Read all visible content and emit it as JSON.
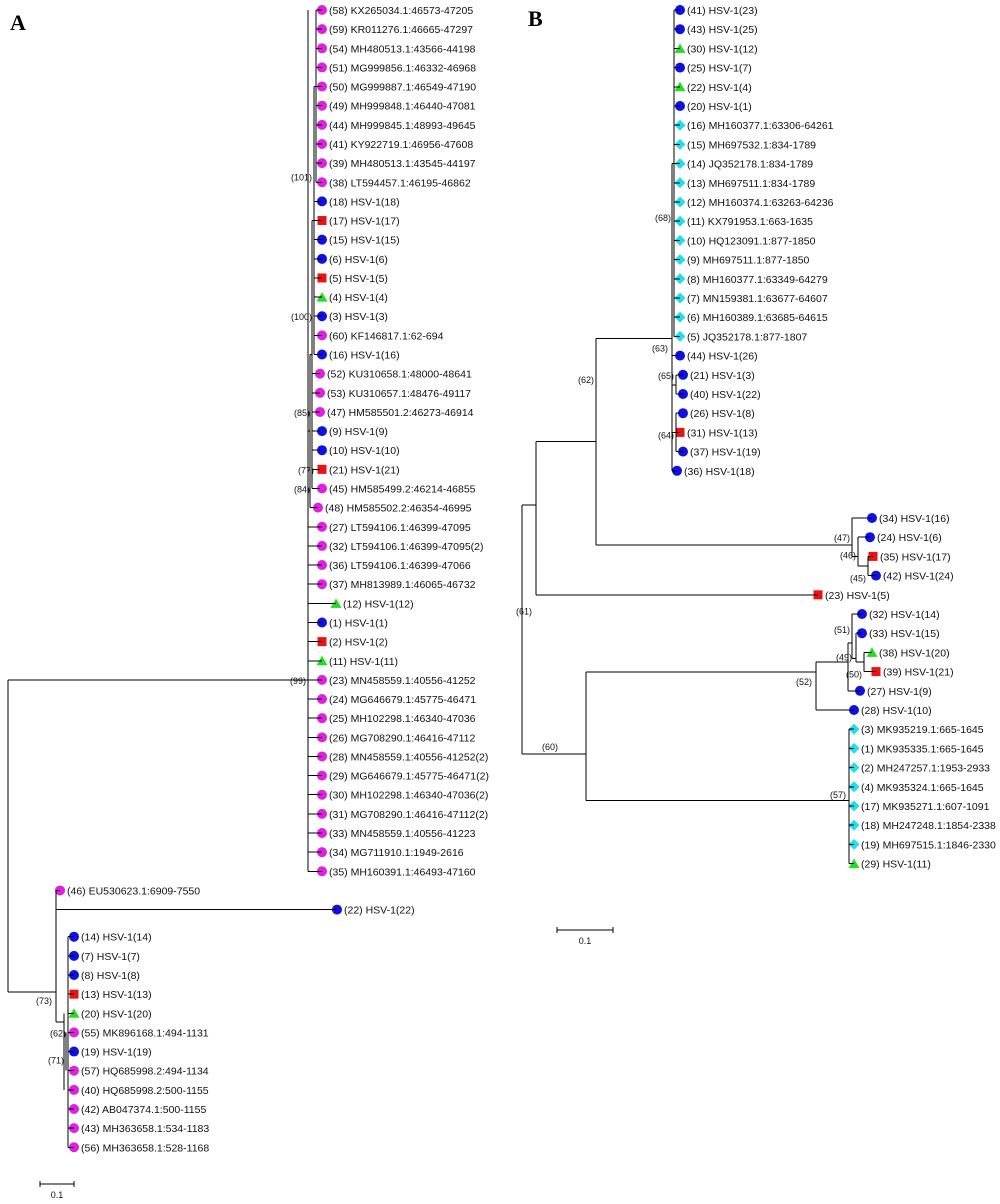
{
  "panels": [
    {
      "letter": "A",
      "scale_bar_label": "0.1",
      "taxa": [
        {
          "label": "(58) KX265034.1:46573-47205",
          "marker": "circle",
          "color": "#e020e0"
        },
        {
          "label": "(59) KR011276.1:46665-47297",
          "marker": "circle",
          "color": "#e020e0"
        },
        {
          "label": "(54) MH480513.1:43566-44198",
          "marker": "circle",
          "color": "#e020e0"
        },
        {
          "label": "(51) MG999856.1:46332-46968",
          "marker": "circle",
          "color": "#e020e0"
        },
        {
          "label": "(50) MG999887.1:46549-47190",
          "marker": "circle",
          "color": "#e020e0"
        },
        {
          "label": "(49) MH999848.1:46440-47081",
          "marker": "circle",
          "color": "#e020e0"
        },
        {
          "label": "(44) MH999845.1:48993-49645",
          "marker": "circle",
          "color": "#e020e0"
        },
        {
          "label": "(41) KY922719.1:46956-47608",
          "marker": "circle",
          "color": "#e020e0"
        },
        {
          "label": "(39) MH480513.1:43545-44197",
          "marker": "circle",
          "color": "#e020e0"
        },
        {
          "label": "(38) LT594457.1:46195-46862",
          "marker": "circle",
          "color": "#e020e0"
        },
        {
          "label": "(18) HSV-1(18)",
          "marker": "circle",
          "color": "#1010e0"
        },
        {
          "label": "(17) HSV-1(17)",
          "marker": "square",
          "color": "#ee1111"
        },
        {
          "label": "(15) HSV-1(15)",
          "marker": "circle",
          "color": "#1010e0"
        },
        {
          "label": "(6) HSV-1(6)",
          "marker": "circle",
          "color": "#1010e0"
        },
        {
          "label": "(5) HSV-1(5)",
          "marker": "square",
          "color": "#ee1111"
        },
        {
          "label": "(4) HSV-1(4)",
          "marker": "triangle",
          "color": "#22dd22"
        },
        {
          "label": "(3) HSV-1(3)",
          "marker": "circle",
          "color": "#1010e0"
        },
        {
          "label": "(60) KF146817.1:62-694",
          "marker": "circle",
          "color": "#e020e0"
        },
        {
          "label": "(16) HSV-1(16)",
          "marker": "circle",
          "color": "#1010e0"
        },
        {
          "label": "(52) KU310658.1:48000-48641",
          "marker": "circle",
          "color": "#e020e0"
        },
        {
          "label": "(53) KU310657.1:48476-49117",
          "marker": "circle",
          "color": "#e020e0"
        },
        {
          "label": "(47) HM585501.2:46273-46914",
          "marker": "circle",
          "color": "#e020e0"
        },
        {
          "label": "(9) HSV-1(9)",
          "marker": "circle",
          "color": "#1010e0"
        },
        {
          "label": "(10) HSV-1(10)",
          "marker": "circle",
          "color": "#1010e0"
        },
        {
          "label": "(21) HSV-1(21)",
          "marker": "square",
          "color": "#ee1111"
        },
        {
          "label": "(45) HM585499.2:46214-46855",
          "marker": "circle",
          "color": "#e020e0"
        },
        {
          "label": "(48) HM585502.2:46354-46995",
          "marker": "circle",
          "color": "#e020e0"
        },
        {
          "label": "(27) LT594106.1:46399-47095",
          "marker": "circle",
          "color": "#e020e0"
        },
        {
          "label": "(32) LT594106.1:46399-47095(2)",
          "marker": "circle",
          "color": "#e020e0"
        },
        {
          "label": "(36) LT594106.1:46399-47066",
          "marker": "circle",
          "color": "#e020e0"
        },
        {
          "label": "(37) MH813989.1:46065-46732",
          "marker": "circle",
          "color": "#e020e0"
        },
        {
          "label": "(12) HSV-1(12)",
          "marker": "triangle",
          "color": "#22dd22"
        },
        {
          "label": "(1) HSV-1(1)",
          "marker": "circle",
          "color": "#1010e0"
        },
        {
          "label": "(2) HSV-1(2)",
          "marker": "square",
          "color": "#ee1111"
        },
        {
          "label": "(11) HSV-1(11)",
          "marker": "triangle",
          "color": "#22dd22"
        },
        {
          "label": "(23) MN458559.1:40556-41252",
          "marker": "circle",
          "color": "#e020e0"
        },
        {
          "label": "(24) MG646679.1:45775-46471",
          "marker": "circle",
          "color": "#e020e0"
        },
        {
          "label": "(25) MH102298.1:46340-47036",
          "marker": "circle",
          "color": "#e020e0"
        },
        {
          "label": "(26) MG708290.1:46416-47112",
          "marker": "circle",
          "color": "#e020e0"
        },
        {
          "label": "(28) MN458559.1:40556-41252(2)",
          "marker": "circle",
          "color": "#e020e0"
        },
        {
          "label": "(29) MG646679.1:45775-46471(2)",
          "marker": "circle",
          "color": "#e020e0"
        },
        {
          "label": "(30) MH102298.1:46340-47036(2)",
          "marker": "circle",
          "color": "#e020e0"
        },
        {
          "label": "(31) MG708290.1:46416-47112(2)",
          "marker": "circle",
          "color": "#e020e0"
        },
        {
          "label": "(33) MN458559.1:40556-41223",
          "marker": "circle",
          "color": "#e020e0"
        },
        {
          "label": "(34) MG711910.1:1949-2616",
          "marker": "circle",
          "color": "#e020e0"
        },
        {
          "label": "(35) MH160391.1:46493-47160",
          "marker": "circle",
          "color": "#e020e0"
        },
        {
          "label": "(46) EU530623.1:6909-7550",
          "marker": "circle",
          "color": "#e020e0"
        },
        {
          "label": "(22) HSV-1(22)",
          "marker": "circle",
          "color": "#1010e0"
        },
        {
          "label": "(14) HSV-1(14)",
          "marker": "circle",
          "color": "#1010e0"
        },
        {
          "label": "(7) HSV-1(7)",
          "marker": "circle",
          "color": "#1010e0"
        },
        {
          "label": "(8) HSV-1(8)",
          "marker": "circle",
          "color": "#1010e0"
        },
        {
          "label": "(13) HSV-1(13)",
          "marker": "square",
          "color": "#ee1111"
        },
        {
          "label": "(20) HSV-1(20)",
          "marker": "triangle",
          "color": "#22dd22"
        },
        {
          "label": "(55) MK896168.1:494-1131",
          "marker": "circle",
          "color": "#e020e0"
        },
        {
          "label": "(19) HSV-1(19)",
          "marker": "circle",
          "color": "#1010e0"
        },
        {
          "label": "(57) HQ685998.2:494-1134",
          "marker": "circle",
          "color": "#e020e0"
        },
        {
          "label": "(40) HQ685998.2:500-1155",
          "marker": "circle",
          "color": "#e020e0"
        },
        {
          "label": "(42) AB047374.1:500-1155",
          "marker": "circle",
          "color": "#e020e0"
        },
        {
          "label": "(43) MH363658.1:534-1183",
          "marker": "circle",
          "color": "#e020e0"
        },
        {
          "label": "(56) MH363658.1:528-1168",
          "marker": "circle",
          "color": "#e020e0"
        }
      ],
      "bootstrap_values": [
        "(101)",
        "(100)",
        "(85)",
        "(77)",
        "(84)",
        "(99)",
        "(73)",
        "(62)",
        "(71)"
      ]
    },
    {
      "letter": "B",
      "scale_bar_label": "0.1",
      "taxa": [
        {
          "label": "(41) HSV-1(23)",
          "marker": "circle",
          "color": "#1010e0"
        },
        {
          "label": "(43) HSV-1(25)",
          "marker": "circle",
          "color": "#1010e0"
        },
        {
          "label": "(30) HSV-1(12)",
          "marker": "triangle",
          "color": "#22dd22"
        },
        {
          "label": "(25) HSV-1(7)",
          "marker": "circle",
          "color": "#1010e0"
        },
        {
          "label": "(22) HSV-1(4)",
          "marker": "triangle",
          "color": "#22dd22"
        },
        {
          "label": "(20) HSV-1(1)",
          "marker": "circle",
          "color": "#1010e0"
        },
        {
          "label": "(16) MH160377.1:63306-64261",
          "marker": "diamond",
          "color": "#22ddee"
        },
        {
          "label": "(15) MH697532.1:834-1789",
          "marker": "diamond",
          "color": "#22ddee"
        },
        {
          "label": "(14) JQ352178.1:834-1789",
          "marker": "diamond",
          "color": "#22ddee"
        },
        {
          "label": "(13) MH697511.1:834-1789",
          "marker": "diamond",
          "color": "#22ddee"
        },
        {
          "label": "(12) MH160374.1:63263-64236",
          "marker": "diamond",
          "color": "#22ddee"
        },
        {
          "label": "(11) KX791953.1:663-1635",
          "marker": "diamond",
          "color": "#22ddee"
        },
        {
          "label": "(10) HQ123091.1:877-1850",
          "marker": "diamond",
          "color": "#22ddee"
        },
        {
          "label": "(9) MH697511.1:877-1850",
          "marker": "diamond",
          "color": "#22ddee"
        },
        {
          "label": "(8) MH160377.1:63349-64279",
          "marker": "diamond",
          "color": "#22ddee"
        },
        {
          "label": "(7) MN159381.1:63677-64607",
          "marker": "diamond",
          "color": "#22ddee"
        },
        {
          "label": "(6) MH160389.1:63685-64615",
          "marker": "diamond",
          "color": "#22ddee"
        },
        {
          "label": "(5) JQ352178.1:877-1807",
          "marker": "diamond",
          "color": "#22ddee"
        },
        {
          "label": "(44) HSV-1(26)",
          "marker": "circle",
          "color": "#1010e0"
        },
        {
          "label": "(21) HSV-1(3)",
          "marker": "circle",
          "color": "#1010e0"
        },
        {
          "label": "(40) HSV-1(22)",
          "marker": "circle",
          "color": "#1010e0"
        },
        {
          "label": "(26) HSV-1(8)",
          "marker": "circle",
          "color": "#1010e0"
        },
        {
          "label": "(31) HSV-1(13)",
          "marker": "square",
          "color": "#ee1111"
        },
        {
          "label": "(37) HSV-1(19)",
          "marker": "circle",
          "color": "#1010e0"
        },
        {
          "label": "(36) HSV-1(18)",
          "marker": "circle",
          "color": "#1010e0"
        },
        {
          "label": "(34) HSV-1(16)",
          "marker": "circle",
          "color": "#1010e0"
        },
        {
          "label": "(24) HSV-1(6)",
          "marker": "circle",
          "color": "#1010e0"
        },
        {
          "label": "(35) HSV-1(17)",
          "marker": "square",
          "color": "#ee1111"
        },
        {
          "label": "(42) HSV-1(24)",
          "marker": "circle",
          "color": "#1010e0"
        },
        {
          "label": "(23) HSV-1(5)",
          "marker": "square",
          "color": "#ee1111"
        },
        {
          "label": "(32) HSV-1(14)",
          "marker": "circle",
          "color": "#1010e0"
        },
        {
          "label": "(33) HSV-1(15)",
          "marker": "circle",
          "color": "#1010e0"
        },
        {
          "label": "(38) HSV-1(20)",
          "marker": "triangle",
          "color": "#22dd22"
        },
        {
          "label": "(39) HSV-1(21)",
          "marker": "square",
          "color": "#ee1111"
        },
        {
          "label": "(27) HSV-1(9)",
          "marker": "circle",
          "color": "#1010e0"
        },
        {
          "label": "(28) HSV-1(10)",
          "marker": "circle",
          "color": "#1010e0"
        },
        {
          "label": "(3) MK935219.1:665-1645",
          "marker": "diamond",
          "color": "#22ddee"
        },
        {
          "label": "(1) MK935335.1:665-1645",
          "marker": "diamond",
          "color": "#22ddee"
        },
        {
          "label": "(2) MH247257.1:1953-2933",
          "marker": "diamond",
          "color": "#22ddee"
        },
        {
          "label": "(4) MK935324.1:665-1645",
          "marker": "diamond",
          "color": "#22ddee"
        },
        {
          "label": "(17) MK935271.1:607-1091",
          "marker": "diamond",
          "color": "#22ddee"
        },
        {
          "label": "(18) MH247248.1:1854-2338",
          "marker": "diamond",
          "color": "#22ddee"
        },
        {
          "label": "(19) MH697515.1:1846-2330",
          "marker": "diamond",
          "color": "#22ddee"
        },
        {
          "label": "(29) HSV-1(11)",
          "marker": "triangle",
          "color": "#22dd22"
        }
      ],
      "bootstrap_values": [
        "(68)",
        "(63)",
        "(65)",
        "(64)",
        "(62)",
        "(61)",
        "(47)",
        "(46)",
        "(45)",
        "(51)",
        "(49)",
        "(50)",
        "(52)",
        "(60)",
        "(57)"
      ]
    }
  ]
}
